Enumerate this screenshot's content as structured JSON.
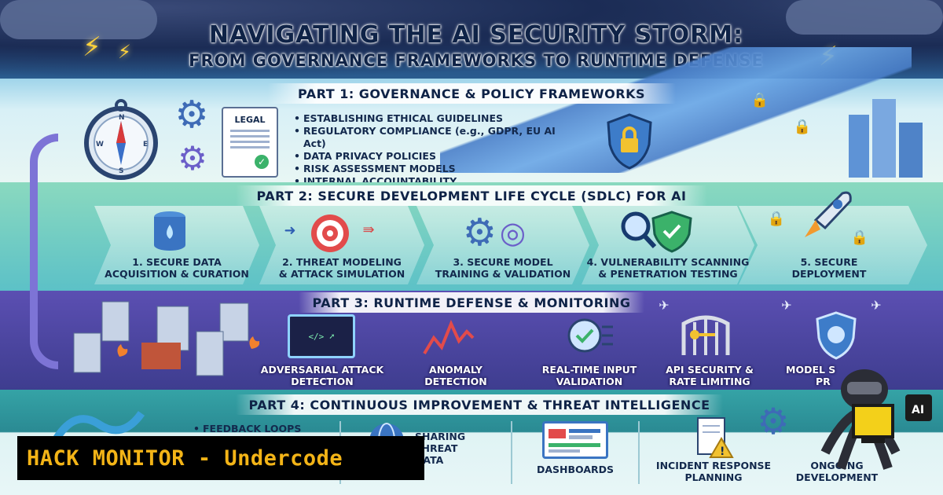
{
  "title": {
    "line1": "NAVIGATING THE AI SECURITY STORM:",
    "line2": "FROM GOVERNANCE FRAMEWORKS TO RUNTIME DEFENSE"
  },
  "part1": {
    "heading": "PART 1:  GOVERNANCE & POLICY FRAMEWORKS",
    "legal_doc": "LEGAL",
    "bullets": [
      "ESTABLISHING ETHICAL GUIDELINES",
      "REGULATORY COMPLIANCE (e.g., GDPR, EU AI Act)",
      "DATA PRIVACY POLICIES",
      "RISK ASSESSMENT MODELS",
      "INTERNAL ACCOUNTABILITY"
    ]
  },
  "part2": {
    "heading": "PART 2: SECURE DEVELOPMENT LIFE CYCLE (SDLC) FOR AI",
    "steps": [
      {
        "line1": "1. SECURE DATA",
        "line2": "ACQUISITION & CURATION"
      },
      {
        "line1": "2. THREAT MODELING",
        "line2": "& ATTACK SIMULATION"
      },
      {
        "line1": "3. SECURE MODEL",
        "line2": "TRAINING & VALIDATION"
      },
      {
        "line1": "4. VULNERABILITY SCANNING",
        "line2": "& PENETRATION TESTING"
      },
      {
        "line1": "5. SECURE",
        "line2": "DEPLOYMENT"
      }
    ]
  },
  "part3": {
    "heading": "PART 3: RUNTIME DEFENSE & MONITORING",
    "items": [
      {
        "line1": "ADVERSARIAL ATTACK",
        "line2": "DETECTION"
      },
      {
        "line1": "ANOMALY",
        "line2": "DETECTION"
      },
      {
        "line1": "REAL-TIME INPUT",
        "line2": "VALIDATION"
      },
      {
        "line1": "API SECURITY &",
        "line2": "RATE LIMITING"
      },
      {
        "line1": "MODEL S",
        "line2": "PR"
      }
    ]
  },
  "part4": {
    "heading": "PART 4: CONTINUOUS IMPROVEMENT & THREAT INTELLIGENCE",
    "bullets": [
      "FEEDBACK LOOPS"
    ],
    "sharing": {
      "line1": "SHARING",
      "line2": "THREAT",
      "line3": "DATA"
    },
    "dashboards": "DASHBOARDS",
    "incident": {
      "line1": "INCIDENT RESPONSE",
      "line2": "PLANNING"
    },
    "ongoing": {
      "line1": "ONGOING",
      "line2": "DEVELOPMENT"
    }
  },
  "watermark": "HACK MONITOR - Undercode",
  "mascot_badge": "AI",
  "colors": {
    "title": "#0f2347",
    "banner_text": "#f3b417",
    "accent": "#7d74d6"
  }
}
